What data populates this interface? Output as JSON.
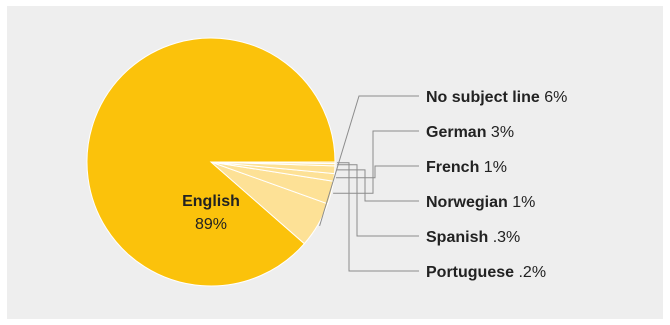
{
  "chart_data": {
    "type": "pie",
    "title": "",
    "start_angle_deg": 0,
    "direction": "counterclockwise",
    "slices": [
      {
        "name": "English",
        "value": 89,
        "display": "89%",
        "color": "#fbc20b"
      },
      {
        "name": "No subject line",
        "value": 6,
        "display": "6%",
        "color": "#fde196"
      },
      {
        "name": "German",
        "value": 3,
        "display": "3%",
        "color": "#fde196"
      },
      {
        "name": "French",
        "value": 1,
        "display": "1%",
        "color": "#fde196"
      },
      {
        "name": "Norwegian",
        "value": 1,
        "display": "1%",
        "color": "#fde196"
      },
      {
        "name": "Spanish",
        "value": 0.3,
        "display": ".3%",
        "color": "#fde196"
      },
      {
        "name": "Portuguese",
        "value": 0.2,
        "display": ".2%",
        "color": "#fde196"
      }
    ],
    "slice_border_color": "#ffffff",
    "leader_line_color": "#8c8c8c",
    "background_color": "#eeeeee"
  }
}
